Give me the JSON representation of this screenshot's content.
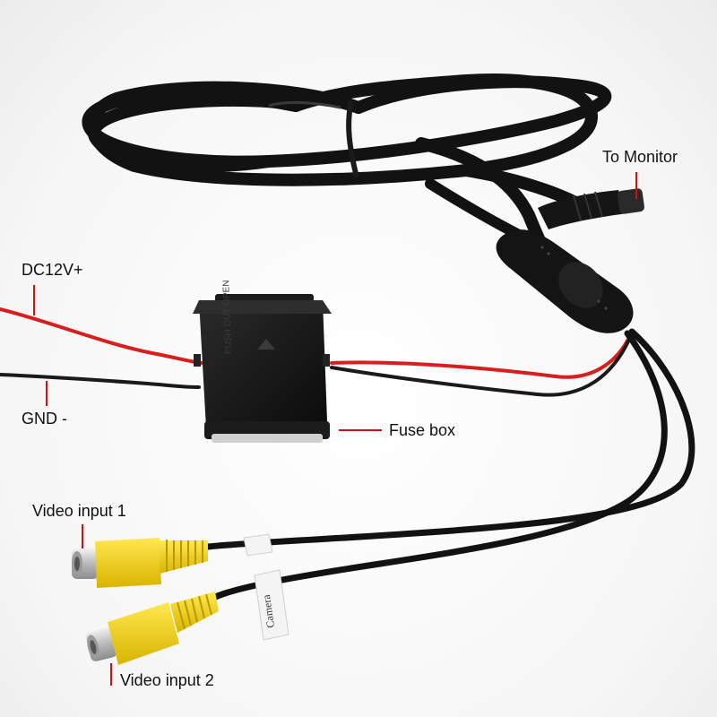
{
  "labels": {
    "to_monitor": "To Monitor",
    "dc_positive": "DC12V+",
    "gnd": "GND -",
    "fuse_box": "Fuse box",
    "video_input_1": "Video input 1",
    "video_input_2": "Video input 2"
  },
  "tags": {
    "camera_tag": "Camera"
  },
  "fuse_cover_text": "PUSH OUT OPEN",
  "colors": {
    "callout_line": "#d01010",
    "cable": "#121212",
    "positive_wire": "#d81f1f",
    "rca_connector": "#f2d21a",
    "fuse_box": "#141414"
  }
}
